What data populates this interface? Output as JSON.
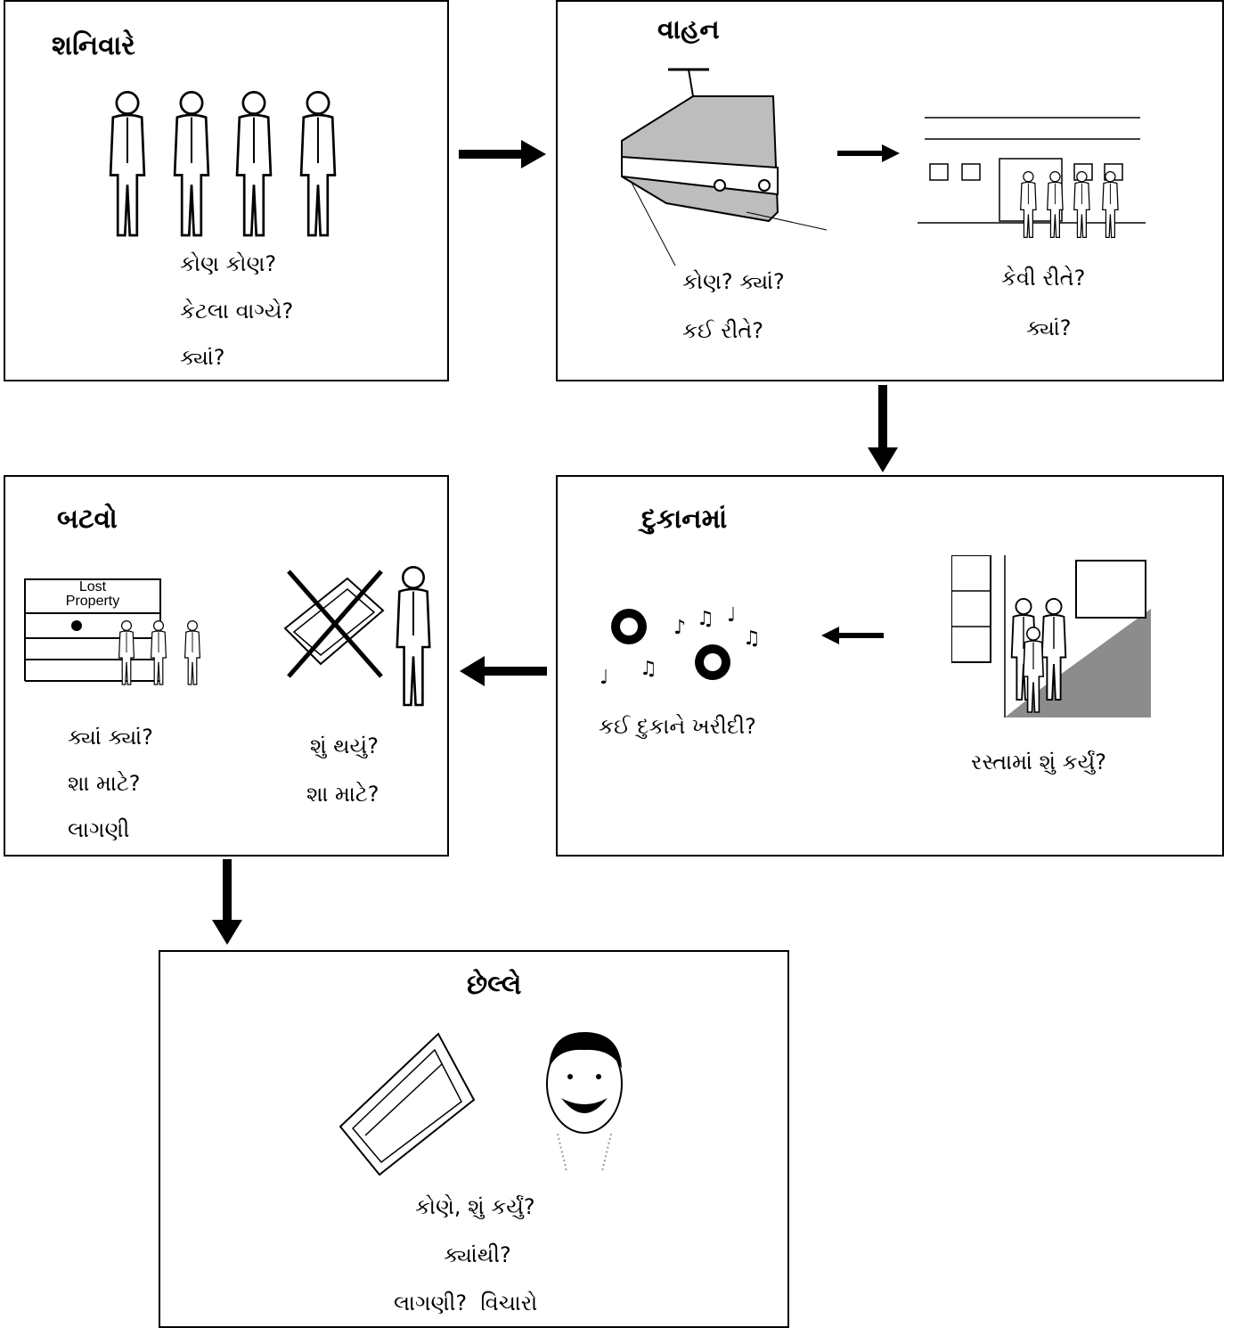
{
  "panel1": {
    "title": "શનિવારે",
    "questions": [
      "કોણ કોણ?",
      "કેટલા વાગ્યે?",
      "ક્યાં?"
    ]
  },
  "panel2": {
    "title": "વાહન",
    "questions_left": [
      "કોણ? ક્યાં?",
      "કઈ રીતે?"
    ],
    "questions_right": [
      "કેવી રીતે?",
      "ક્યાં?"
    ]
  },
  "panel3": {
    "title": "દુકાનમાં",
    "question_left": "કઈ દુકાને ખરીદી?",
    "question_right": "રસ્તામાં શું કર્યું?"
  },
  "panel4": {
    "title": "બટવો",
    "sign_line1": "Lost",
    "sign_line2": "Property",
    "questions_left": [
      "ક્યાં ક્યાં?",
      "શા માટે?",
      "લાગણી"
    ],
    "questions_right": [
      "શું થયું?",
      "શા માટે?"
    ]
  },
  "panel5": {
    "title": "છેલ્લે",
    "questions": [
      "કોણે, શું કર્યું?",
      "ક્યાંથી?",
      "લાગણી?  વિચારો"
    ]
  },
  "icons": {
    "people": "group-of-people-icon",
    "tram": "tram-icon",
    "station": "station-icon",
    "records": "records-and-music-notes-icon",
    "street": "shopping-street-icon",
    "lost_property": "lost-property-counter-icon",
    "crossed_wallet": "crossed-out-wallet-icon",
    "man": "man-icon",
    "wallet": "wallet-icon",
    "smiling_face": "smiling-face-icon"
  }
}
